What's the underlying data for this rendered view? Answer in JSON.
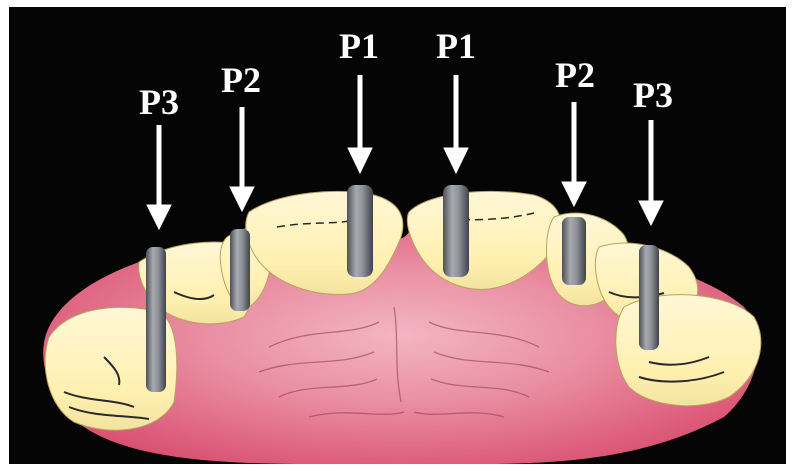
{
  "figure": {
    "labels": [
      {
        "id": "left-p3",
        "text": "P3"
      },
      {
        "id": "left-p2",
        "text": "P2"
      },
      {
        "id": "left-p1",
        "text": "P1"
      },
      {
        "id": "right-p1",
        "text": "P1"
      },
      {
        "id": "right-p2",
        "text": "P2"
      },
      {
        "id": "right-p3",
        "text": "P3"
      }
    ]
  },
  "colors": {
    "background": "#050505",
    "gum": "#e06a86",
    "gum_light": "#f2b6c1",
    "tooth": "#fff3c2",
    "tooth_shadow": "#d9c47c",
    "post": "#8f9299",
    "post_dark": "#4d5058",
    "arrow": "#ffffff",
    "label": "#ffffff"
  }
}
